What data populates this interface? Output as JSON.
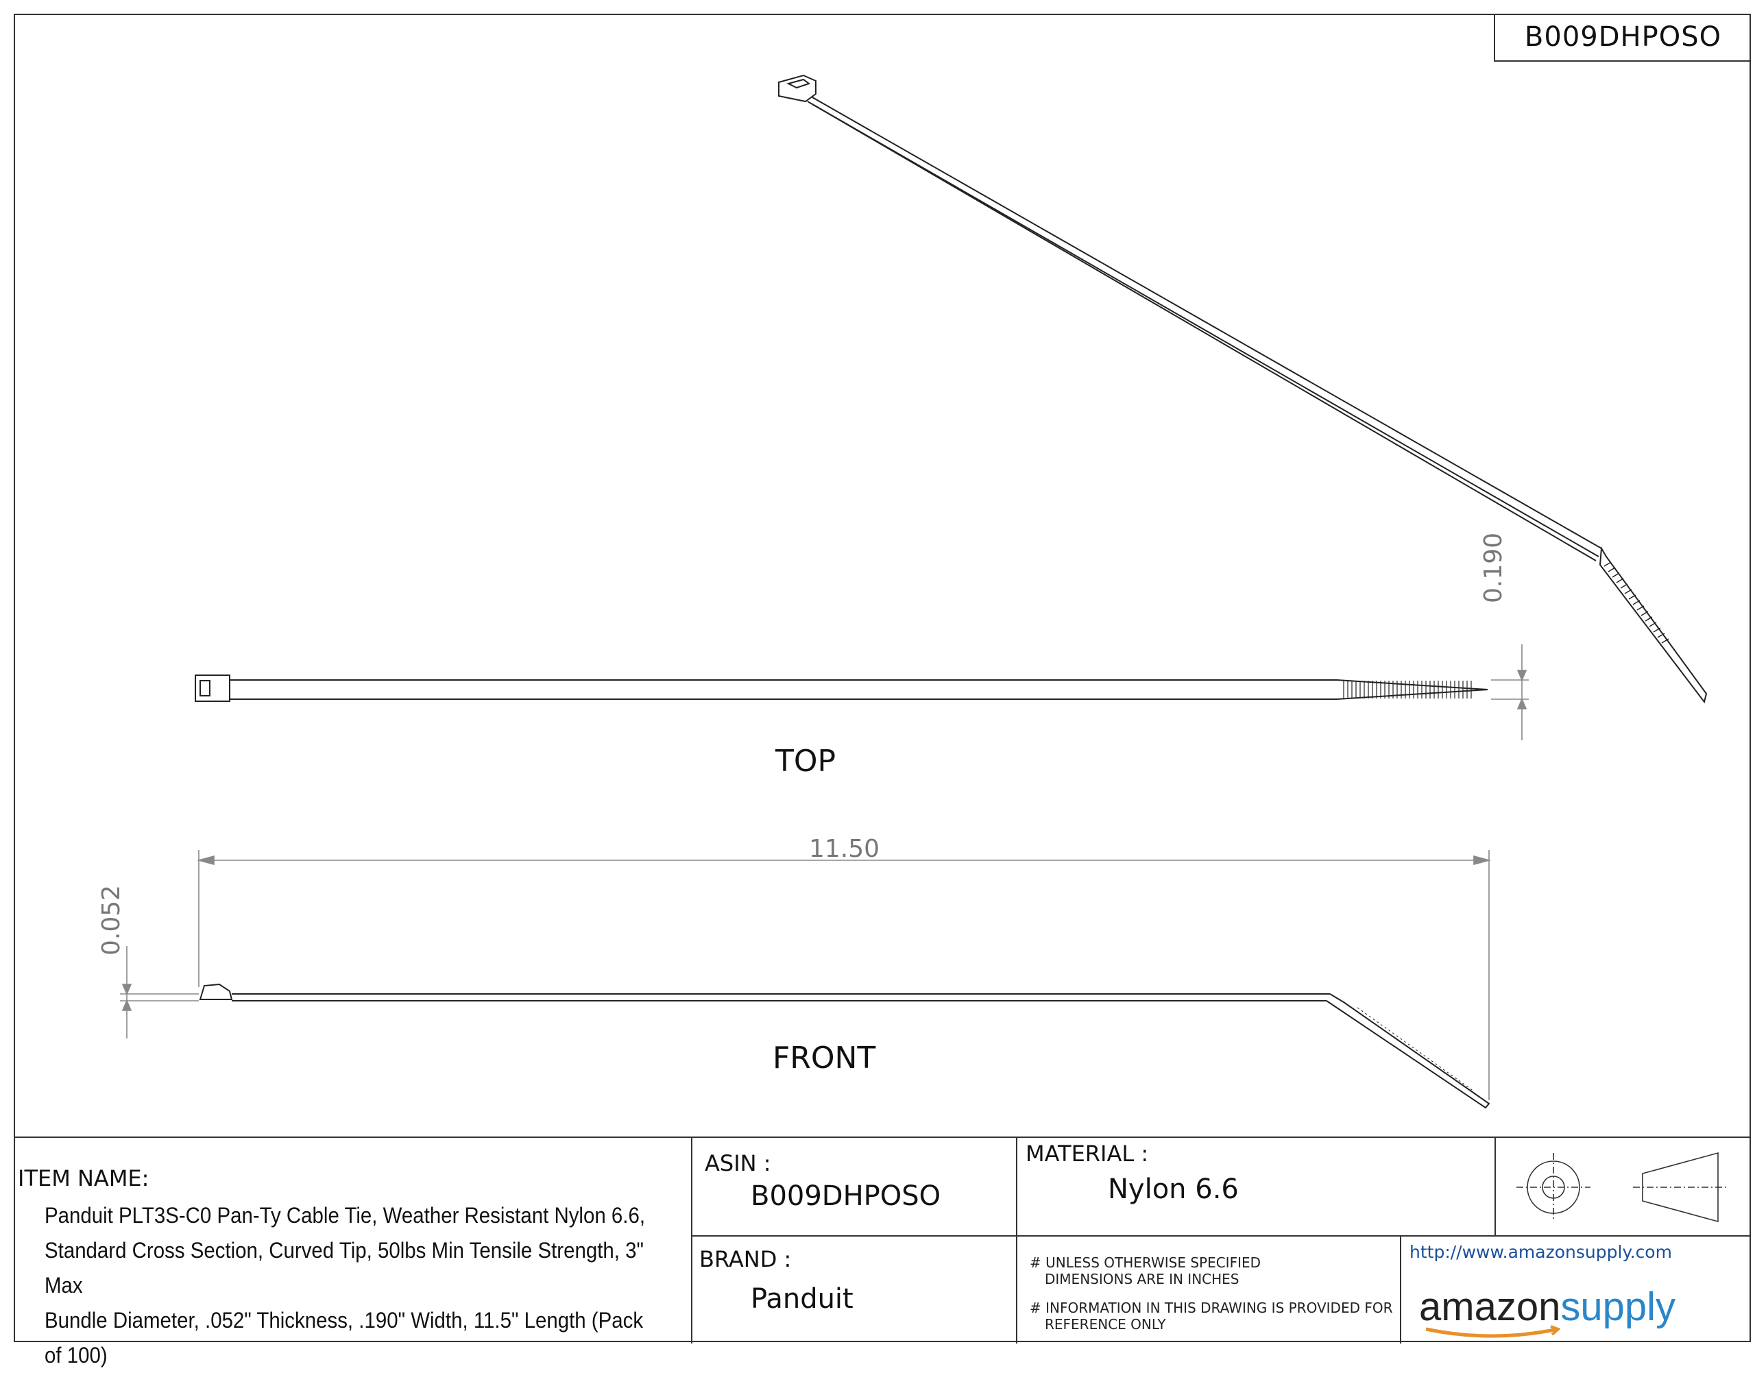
{
  "header": {
    "asin_code": "B009DHPOSO"
  },
  "views": {
    "top_label": "TOP",
    "front_label": "FRONT"
  },
  "dimensions": {
    "width": "0.190",
    "length": "11.50",
    "thickness": "0.052"
  },
  "title_block": {
    "item_name_label": "ITEM NAME:",
    "item_name_lines": [
      "Panduit PLT3S-C0 Pan-Ty Cable Tie, Weather Resistant Nylon 6.6,",
      "Standard Cross Section, Curved Tip, 50lbs Min Tensile Strength, 3\" Max",
      "Bundle Diameter, .052\" Thickness, .190\" Width, 11.5\" Length (Pack of 100)"
    ],
    "asin_label": "ASIN :",
    "asin_value": "B009DHPOSO",
    "brand_label": "BRAND :",
    "brand_value": "Panduit",
    "material_label": "MATERIAL :",
    "material_value": "Nylon 6.6",
    "note_1_line_1": "# UNLESS OTHERWISE SPECIFIED",
    "note_1_line_2": "DIMENSIONS ARE IN INCHES",
    "note_2_line_1": "# INFORMATION IN THIS DRAWING IS PROVIDED FOR",
    "note_2_line_2": "REFERENCE ONLY",
    "url": "http://www.amazonsupply.com",
    "logo_part_1": "amazon",
    "logo_part_2": "supply",
    "projection_symbol_icon": "third-angle-projection-icon"
  }
}
